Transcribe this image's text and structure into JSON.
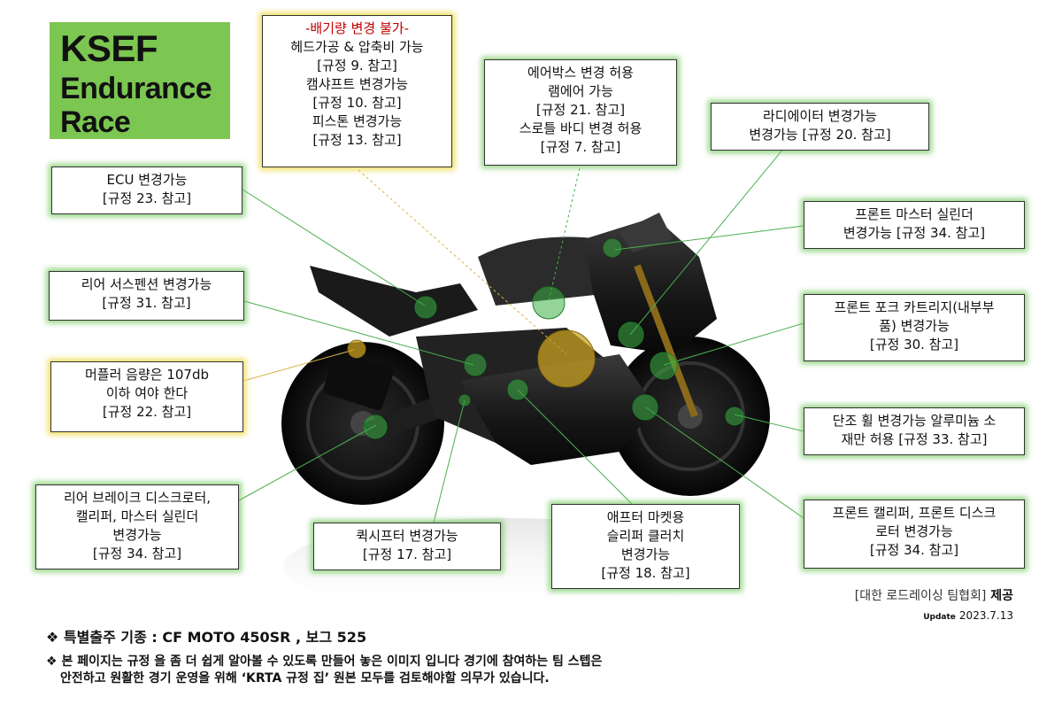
{
  "title": {
    "line1": "KSEF",
    "line2": "Endurance",
    "line3": "Race"
  },
  "callouts": {
    "displacement": {
      "warning": "-배기량 변경 불가-",
      "lines": [
        "헤드가공 & 압축비 가능",
        "[규정 9. 참고]",
        "캠샤프트 변경가능",
        "[규정 10. 참고]",
        "피스톤 변경가능",
        "[규정 13. 참고]"
      ]
    },
    "airbox": {
      "lines": [
        "에어박스 변경 허용",
        "램에어 가능",
        "[규정 21. 참고]",
        "스로틀 바디 변경 허용",
        "[규정 7. 참고]"
      ]
    },
    "radiator": {
      "lines": [
        "라디에이터 변경가능",
        "변경가능 [규정 20. 참고]"
      ]
    },
    "ecu": {
      "lines": [
        "ECU 변경가능",
        "[규정 23. 참고]"
      ]
    },
    "front_master": {
      "lines": [
        "프론트 마스터 실린더",
        "변경가능 [규정 34. 참고]"
      ]
    },
    "rear_suspension": {
      "lines": [
        "리어 서스펜션 변경가능",
        "[규정 31. 참고]"
      ]
    },
    "fork_cartridge": {
      "lines": [
        "프론트 포크 카트리지(내부부",
        "품) 변경가능",
        "[규정 30. 참고]"
      ]
    },
    "muffler": {
      "lines": [
        "머플러 음량은 107db",
        "이하 여야 한다",
        "[규정 22. 참고]"
      ]
    },
    "wheel": {
      "lines": [
        "단조 휠 변경가능 알루미늄 소",
        "재만 허용 [규정 33. 참고]"
      ]
    },
    "rear_brake": {
      "lines": [
        "리어 브레이크 디스크로터,",
        "캘리퍼, 마스터 실린더",
        "변경가능",
        "[규정 34. 참고]"
      ]
    },
    "quickshifter": {
      "lines": [
        "퀵시프터 변경가능",
        "[규정 17. 참고]"
      ]
    },
    "slipper": {
      "lines": [
        "애프터 마켓용",
        "슬리퍼 클러치",
        "변경가능",
        "[규정 18. 참고]"
      ]
    },
    "front_caliper": {
      "lines": [
        "프론트 캘리퍼, 프론트 디스크",
        "로터 변경가능",
        "[규정 34. 참고]"
      ]
    }
  },
  "credit": {
    "org": "[대한 로드레이싱 팀협회]",
    "suffix": " 제공"
  },
  "update": {
    "label": "Update",
    "date": "2023.7.13"
  },
  "notes": {
    "bullet": "❖",
    "line1": "특별출주 기종 : CF MOTO 450SR , 보그 525",
    "line2a": "본 페이지는 규정 을 좀 더 쉽게 알아볼 수 있도록 만들어 놓은 이미지 입니다 경기에 참여하는 팀 스텝은",
    "line2b": "안전하고 원활한 경기 운영을 위해 ‘KRTA 규정 집’ 원본 모두를 검토해야할 의무가 있습니다."
  },
  "colors": {
    "title_bg": "#7cc652",
    "glow_green": "#73c85f",
    "glow_yellow": "#f0dc50",
    "warning_red": "#c00000",
    "marker_green": "#3cb043",
    "marker_gold": "#c8a020"
  }
}
